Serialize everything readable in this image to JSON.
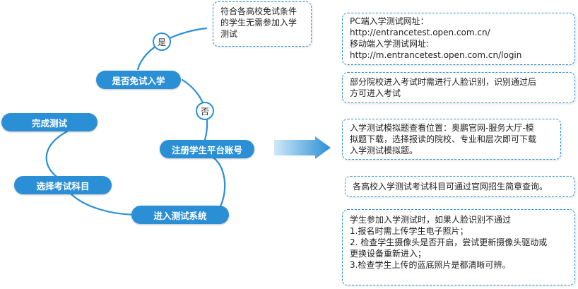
{
  "nodes": {
    "exempt_question": "是否免试入学",
    "register_account": "注册学生平台账号",
    "enter_system": "进入测试系统",
    "select_subject": "选择考试科目",
    "complete_test": "完成测试"
  },
  "branches": {
    "yes": "是",
    "no": "否"
  },
  "notes": {
    "exempt": [
      "符合各高校免试条件",
      "的学生无需参加入学",
      "测试"
    ],
    "urls": [
      "PC端入学测试网址：",
      "http://entrancetest.open.com.cn/",
      "移动端入学测试网址:",
      "http://m.entrancetest.open.com.cn/login"
    ],
    "face": [
      "部分院校进入考试时需进行人脸识别，识别通过后",
      "方可进入考试"
    ],
    "mock": [
      "入学测试模拟题查看位置：奥鹏官网-服务大厅-模",
      "拟题下载，选择报读的院校、专业和层次即可下载",
      "入学测试模拟题。"
    ],
    "subjects": [
      "各高校入学测试考试科目可通过官网招生简章查询。"
    ],
    "failure": [
      "学生参加入学测试时，如果人脸识别不通过",
      "1.报名时需上传学生电子照片；",
      "2. 检查学生摄像头是否开启，尝试更新摄像头驱动或",
      "更换设备重新进入；",
      "3.检查学生上传的蓝底照片是都清晰可辨。"
    ]
  },
  "colors": {
    "node_fill": "#2b8fd6",
    "note_border": "#2b8fd6",
    "arrow_start": "#cfe8f8",
    "arrow_end": "#2b8fd6"
  }
}
